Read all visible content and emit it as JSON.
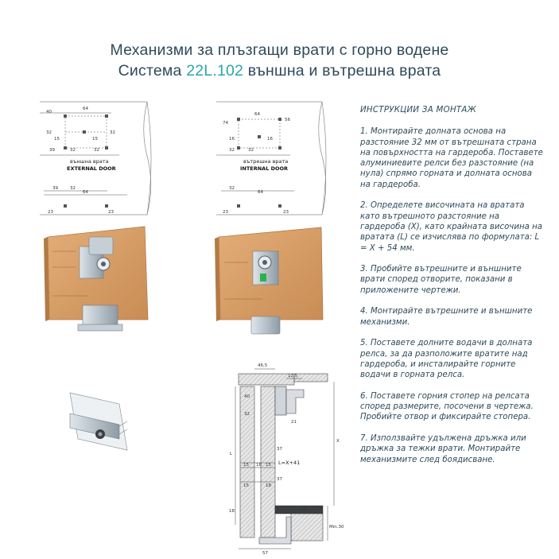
{
  "title": {
    "line1": "Механизми за плъзгащи врати с горно водене",
    "line2_prefix": "Система ",
    "line2_code": "22L.102",
    "line2_suffix": " външна и вътрешна врата"
  },
  "colors": {
    "title": "#2f4a5a",
    "accent": "#2aa6a7",
    "wood": "#d9a06a",
    "wood_edge": "#b27a45"
  },
  "drawings": {
    "external": {
      "caption_bg": "външна врата",
      "caption_en": "EXTERNAL DOOR",
      "dims": [
        "40",
        "64",
        "32",
        "32",
        "15",
        "15",
        "39",
        "32",
        "32",
        "64",
        "39",
        "32",
        "23",
        "23"
      ]
    },
    "internal": {
      "caption_bg": "вътрешна врата",
      "caption_en": "INTERNAL DOOR",
      "dims": [
        "74",
        "64",
        "56",
        "16",
        "16",
        "32",
        "32",
        "64",
        "32",
        "23",
        "23"
      ]
    },
    "section": {
      "dims": [
        "46,5",
        "12,5",
        "40",
        "32",
        "21",
        "37",
        "37",
        "15",
        "18",
        "15",
        "15",
        "18",
        "18",
        "57",
        "Min.30",
        "L",
        "X",
        "15"
      ],
      "formula": "L=X+41"
    }
  },
  "instructions": {
    "heading": "ИНСТРУКЦИИ ЗА МОНТАЖ",
    "steps": [
      "1. Монтирайте долната основа на разстояние 32 мм от вътрешната страна на повърхността на гардероба. Поставете алуминиевите релси без разстояние (на нула) спрямо горната и долната основа на гардероба.",
      "2. Определете височината на вратата като вътрешното разстояние на гардероба (X), като крайната височина на вратата (L) се изчислява по формулата: L = X + 54 мм.",
      "3. Пробийте вътрешните и външните врати според отворите, показани в приложените чертежи.",
      "4. Монтирайте вътрешните и външните механизми.",
      "5. Поставете долните водачи в долната релса, за да разположите вратите над гардероба, и инсталирайте горните водачи в горната релса.",
      "6. Поставете горния стопер на релсата според размерите, посочени в чертежа. Пробийте отвор и фиксирайте стопера.",
      "7. Използвайте удължена дръжка или дръжка за тежки врати. Монтирайте механизмите след боядисване."
    ]
  }
}
